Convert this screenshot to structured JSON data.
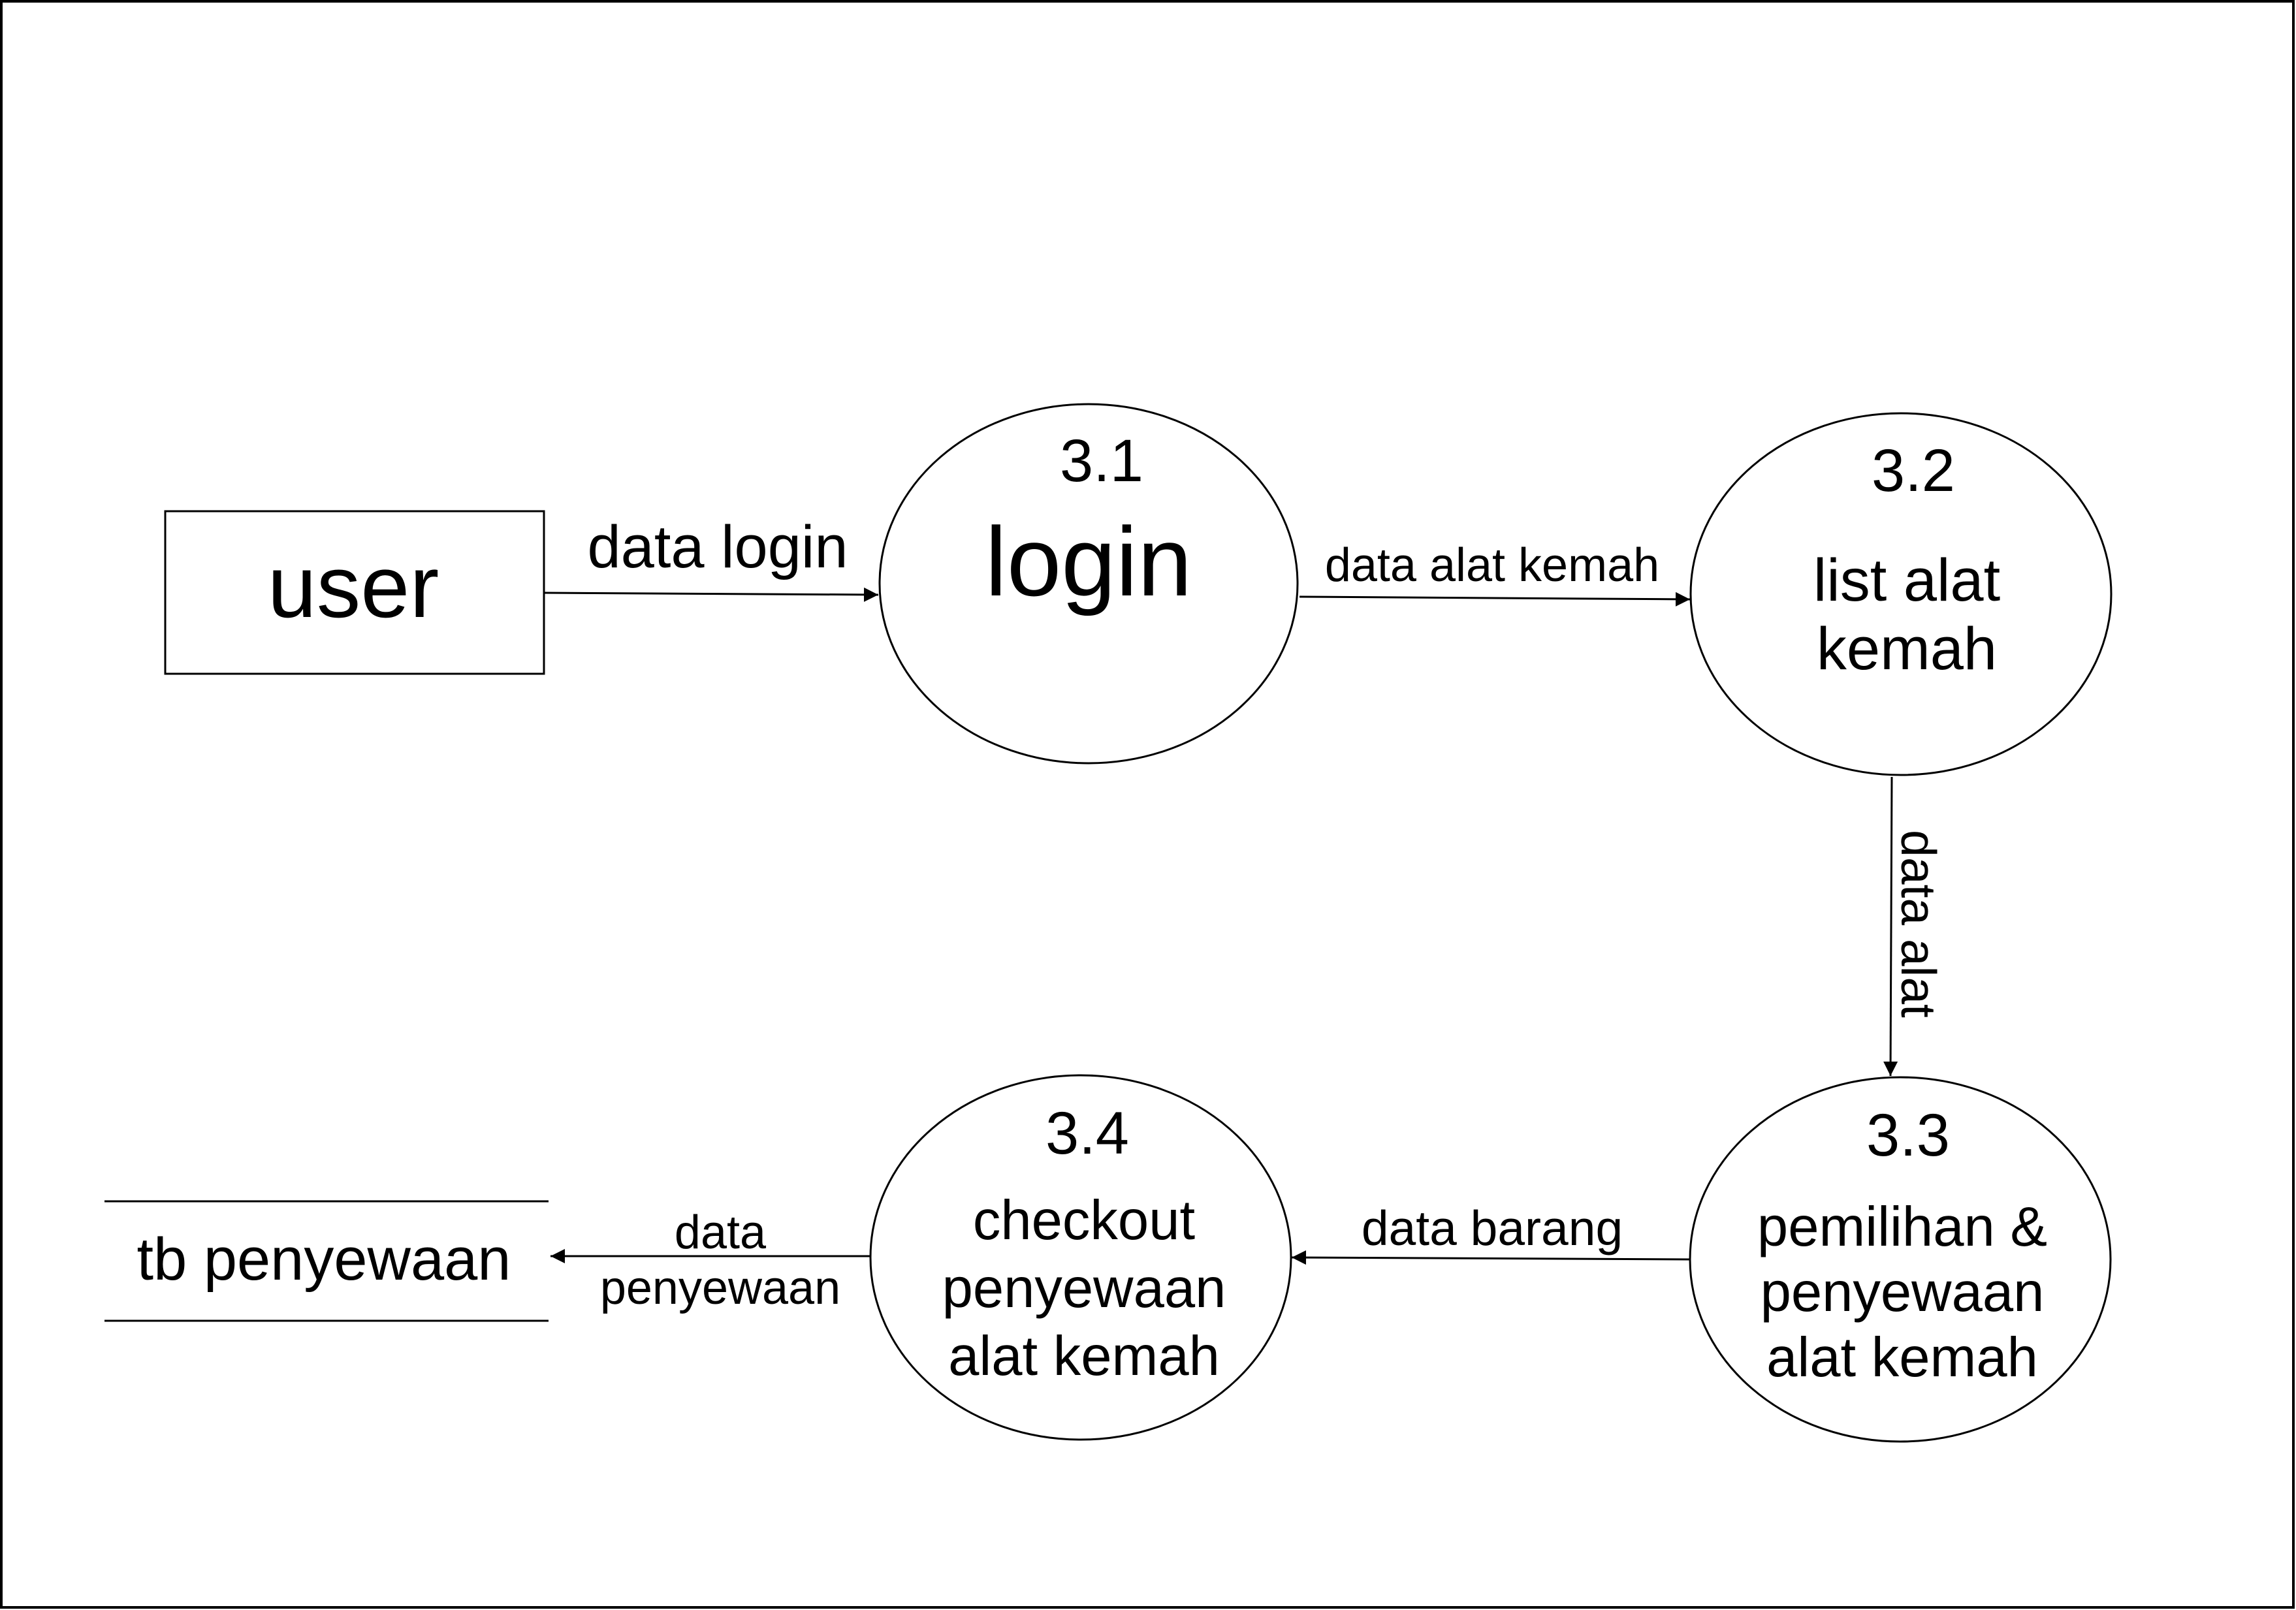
{
  "entity": {
    "label": "user"
  },
  "processes": [
    {
      "number": "3.1",
      "lines": [
        "login"
      ]
    },
    {
      "number": "3.2",
      "lines": [
        "list alat",
        "kemah"
      ]
    },
    {
      "number": "3.3",
      "lines": [
        "pemilihan &",
        "penyewaan",
        "alat kemah"
      ]
    },
    {
      "number": "3.4",
      "lines": [
        "checkout",
        "penyewaan",
        "alat kemah"
      ]
    }
  ],
  "datastore": {
    "label": "tb penyewaan"
  },
  "flows": [
    {
      "from": "user",
      "to": "3.1",
      "label": "data login"
    },
    {
      "from": "3.1",
      "to": "3.2",
      "label": "data alat kemah"
    },
    {
      "from": "3.2",
      "to": "3.3",
      "label": "data alat"
    },
    {
      "from": "3.3",
      "to": "3.4",
      "label": "data barang"
    },
    {
      "from": "3.4",
      "to": "tb penyewaan",
      "label_lines": [
        "data",
        "penyewaan"
      ]
    }
  ]
}
